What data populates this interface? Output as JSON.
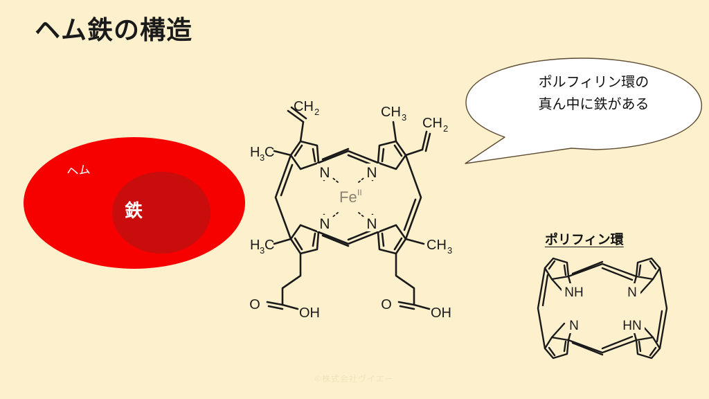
{
  "slide": {
    "background_color": "#fdf1cd",
    "title": "ヘム鉄の構造",
    "footer_credit": "©株式会社ヴイエー"
  },
  "heme_diagram": {
    "outer_label": "ヘム",
    "inner_label": "鉄",
    "outer_color": "#f70000",
    "inner_color": "#c90d0d",
    "label_color": "#ffffff"
  },
  "callout": {
    "line1": "ポルフィリン環の",
    "line2": "真ん中に鉄がある",
    "fill": "#ffffff",
    "stroke": "#5c4a32"
  },
  "heme_structure": {
    "center_label": "Fe",
    "center_superscript": "II",
    "center_label_color": "#8a8070",
    "nitrogen_labels": [
      "N",
      "N",
      "N",
      "N"
    ],
    "substituents": {
      "top_left_vinyl": "CH",
      "top_left_vinyl_sub": "2",
      "left_methyl": "H",
      "left_methyl_sub": "3",
      "left_methyl_tail": "C",
      "top_right_methyl": "CH",
      "top_right_methyl_sub": "3",
      "right_vinyl": "CH",
      "right_vinyl_sub": "2",
      "bottom_left_methyl": "H",
      "bottom_left_methyl_sub": "3",
      "bottom_left_methyl_tail": "C",
      "bottom_right_methyl": "CH",
      "bottom_right_methyl_sub": "3",
      "carbonyl_oxygen_left": "O",
      "hydroxyl_left": "OH",
      "carbonyl_oxygen_right": "O",
      "hydroxyl_right": "OH"
    },
    "stroke_color": "#1a1a1a"
  },
  "porphyrin_panel": {
    "title": "ポリフィン環",
    "labels": {
      "top_left": "NH",
      "top_right": "N",
      "bottom_left": "N",
      "bottom_right": "HN"
    },
    "stroke_color": "#1a1a1a"
  }
}
